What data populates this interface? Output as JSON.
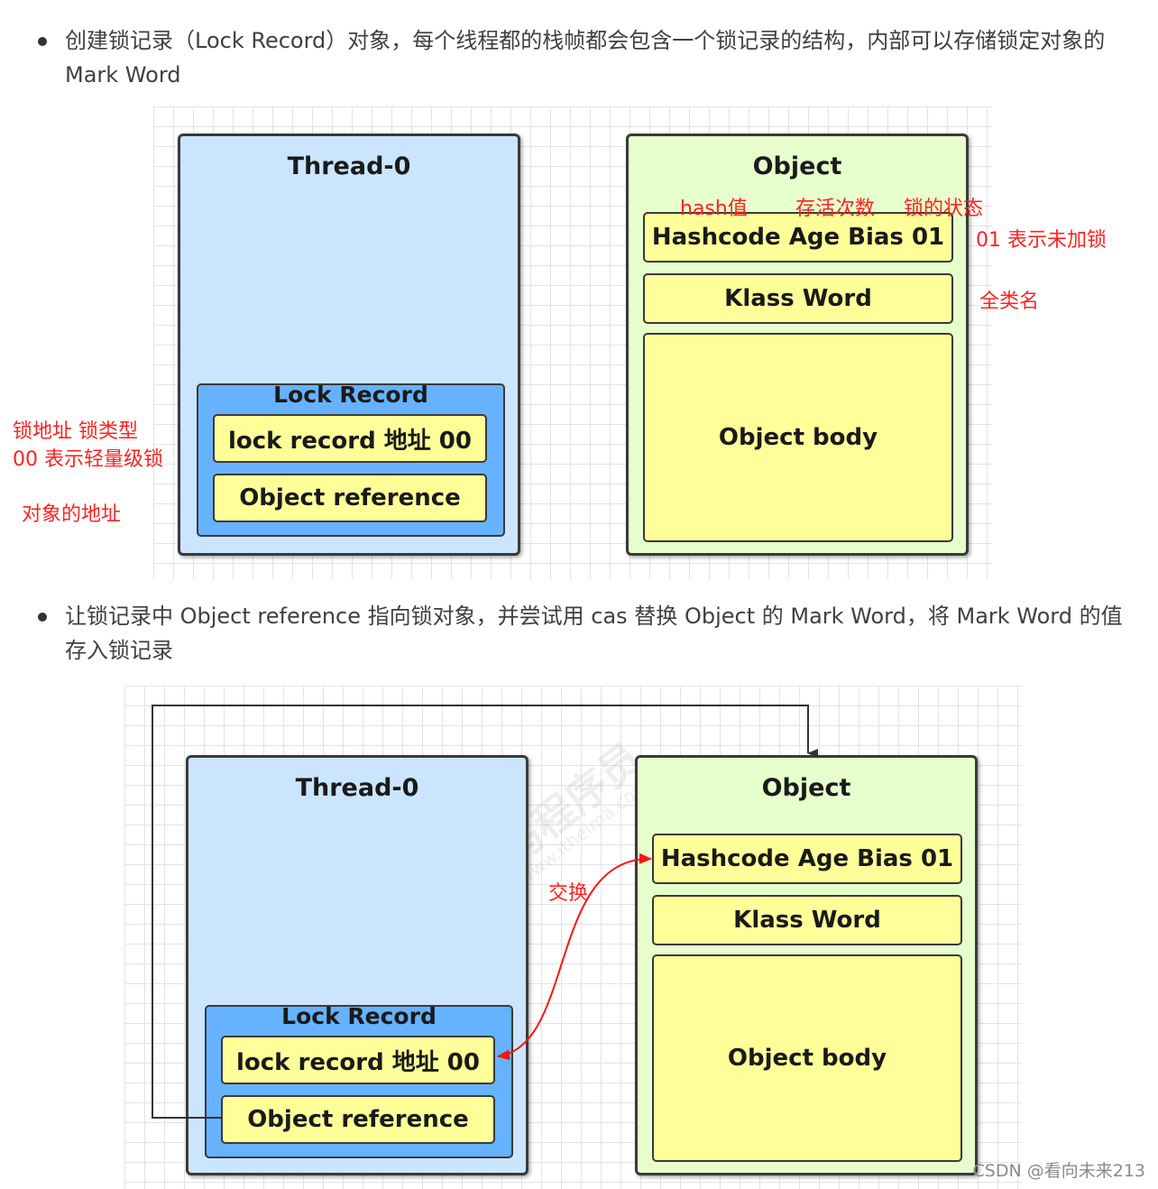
{
  "step1": {
    "text": "创建锁记录（Lock Record）对象，每个线程都的栈帧都会包含一个锁记录的结构，内部可以存储锁定对象的 Mark Word"
  },
  "step2": {
    "text": "让锁记录中 Object reference 指向锁对象，并尝试用 cas 替换 Object 的 Mark Word，将 Mark Word 的值存入锁记录"
  },
  "diagram1": {
    "thread_title": "Thread-0",
    "lock_record_title": "Lock Record",
    "lock_record_addr": "lock record 地址 00",
    "object_reference": "Object reference",
    "object_title": "Object",
    "hashcode": "Hashcode Age Bias 01",
    "klass": "Klass Word",
    "body": "Object body",
    "annotations": {
      "hash": "hash值",
      "age": "存活次数",
      "lock_state": "锁的状态",
      "unlocked": "01 表示未加锁",
      "class_name": "全类名",
      "lock_addr_type": "锁地址   锁类型",
      "light_lock": "00 表示轻量级锁",
      "obj_addr": "对象的地址"
    }
  },
  "diagram2": {
    "thread_title": "Thread-0",
    "lock_record_title": "Lock Record",
    "lock_record_addr": "lock record 地址 00",
    "object_reference": "Object reference",
    "object_title": "Object",
    "hashcode": "Hashcode Age Bias 01",
    "klass": "Klass Word",
    "body": "Object body",
    "swap_label": "交换"
  },
  "watermark": {
    "brand": "黑马程序员",
    "url": "www.itheima.com"
  },
  "footer": "CSDN @看向未来213",
  "colors": {
    "thread_bg": "#cce5ff",
    "object_bg": "#e6ffcc",
    "lock_record_bg": "#66b2ff",
    "cell_bg": "#ffff99",
    "annotation": "#ff2222"
  }
}
